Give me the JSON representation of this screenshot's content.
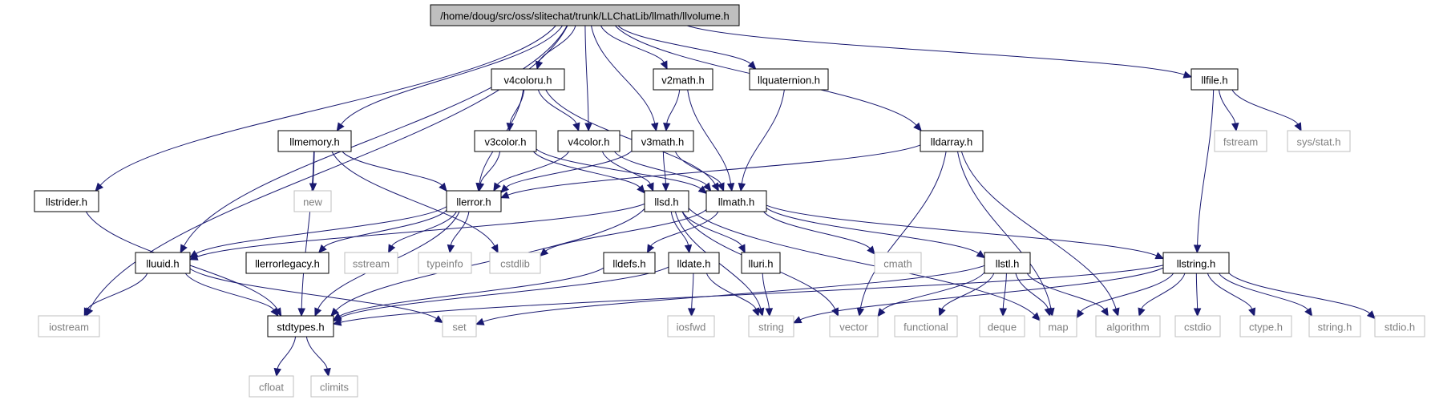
{
  "diagram": {
    "type": "include-dependency-graph",
    "colors": {
      "edge": "#191970",
      "node_border": "#000000",
      "external_border": "#bfbfbf",
      "external_text": "#7f7f7f",
      "root_fill": "#bfbfbf"
    },
    "nodes": [
      {
        "id": "root",
        "label": "/home/doug/src/oss/slitechat/trunk/LLChatLib/llmath/llvolume.h",
        "kind": "root"
      },
      {
        "id": "iostream",
        "label": "iostream",
        "kind": "external"
      },
      {
        "id": "llmemory",
        "label": "llmemory.h",
        "kind": "header"
      },
      {
        "id": "llstrider",
        "label": "llstrider.h",
        "kind": "header"
      },
      {
        "id": "v4coloru",
        "label": "v4coloru.h",
        "kind": "header"
      },
      {
        "id": "v2math",
        "label": "v2math.h",
        "kind": "header"
      },
      {
        "id": "llquaternion",
        "label": "llquaternion.h",
        "kind": "header"
      },
      {
        "id": "lldarray",
        "label": "lldarray.h",
        "kind": "header"
      },
      {
        "id": "llfile",
        "label": "llfile.h",
        "kind": "header"
      },
      {
        "id": "v3color",
        "label": "v3color.h",
        "kind": "header"
      },
      {
        "id": "v4color",
        "label": "v4color.h",
        "kind": "header"
      },
      {
        "id": "v3math",
        "label": "v3math.h",
        "kind": "header"
      },
      {
        "id": "fstream",
        "label": "fstream",
        "kind": "external"
      },
      {
        "id": "sysstat",
        "label": "sys/stat.h",
        "kind": "external"
      },
      {
        "id": "new",
        "label": "new",
        "kind": "external"
      },
      {
        "id": "llerror",
        "label": "llerror.h",
        "kind": "header"
      },
      {
        "id": "llsd",
        "label": "llsd.h",
        "kind": "header"
      },
      {
        "id": "llmath",
        "label": "llmath.h",
        "kind": "header"
      },
      {
        "id": "lluuid",
        "label": "lluuid.h",
        "kind": "header"
      },
      {
        "id": "llerrorlegacy",
        "label": "llerrorlegacy.h",
        "kind": "header"
      },
      {
        "id": "sstream",
        "label": "sstream",
        "kind": "external"
      },
      {
        "id": "typeinfo",
        "label": "typeinfo",
        "kind": "external"
      },
      {
        "id": "cstdlib",
        "label": "cstdlib",
        "kind": "external"
      },
      {
        "id": "lldefs",
        "label": "lldefs.h",
        "kind": "header"
      },
      {
        "id": "lldate",
        "label": "lldate.h",
        "kind": "header"
      },
      {
        "id": "lluri",
        "label": "lluri.h",
        "kind": "header"
      },
      {
        "id": "cmath",
        "label": "cmath",
        "kind": "external"
      },
      {
        "id": "llstl",
        "label": "llstl.h",
        "kind": "header"
      },
      {
        "id": "llstring",
        "label": "llstring.h",
        "kind": "header"
      },
      {
        "id": "stdtypes",
        "label": "stdtypes.h",
        "kind": "header"
      },
      {
        "id": "set",
        "label": "set",
        "kind": "external"
      },
      {
        "id": "iosfwd",
        "label": "iosfwd",
        "kind": "external"
      },
      {
        "id": "string",
        "label": "string",
        "kind": "external"
      },
      {
        "id": "vector",
        "label": "vector",
        "kind": "external"
      },
      {
        "id": "functional",
        "label": "functional",
        "kind": "external"
      },
      {
        "id": "deque",
        "label": "deque",
        "kind": "external"
      },
      {
        "id": "map",
        "label": "map",
        "kind": "external"
      },
      {
        "id": "algorithm",
        "label": "algorithm",
        "kind": "external"
      },
      {
        "id": "cstdio",
        "label": "cstdio",
        "kind": "external"
      },
      {
        "id": "ctype",
        "label": "ctype.h",
        "kind": "external"
      },
      {
        "id": "stringh",
        "label": "string.h",
        "kind": "external"
      },
      {
        "id": "stdio",
        "label": "stdio.h",
        "kind": "external"
      },
      {
        "id": "cfloat",
        "label": "cfloat",
        "kind": "external"
      },
      {
        "id": "climits",
        "label": "climits",
        "kind": "external"
      }
    ],
    "edges": [
      [
        "root",
        "iostream"
      ],
      [
        "root",
        "llmemory"
      ],
      [
        "root",
        "llstrider"
      ],
      [
        "root",
        "lluuid"
      ],
      [
        "root",
        "v4coloru"
      ],
      [
        "root",
        "v4color"
      ],
      [
        "root",
        "v3math"
      ],
      [
        "root",
        "v2math"
      ],
      [
        "root",
        "llquaternion"
      ],
      [
        "root",
        "lldarray"
      ],
      [
        "root",
        "llfile"
      ],
      [
        "v4coloru",
        "llerror"
      ],
      [
        "v4coloru",
        "v3color"
      ],
      [
        "v4coloru",
        "v4color"
      ],
      [
        "v4coloru",
        "llmath"
      ],
      [
        "v2math",
        "v3math"
      ],
      [
        "v2math",
        "llmath"
      ],
      [
        "llquaternion",
        "llmath"
      ],
      [
        "lldarray",
        "llerror"
      ],
      [
        "lldarray",
        "vector"
      ],
      [
        "lldarray",
        "map"
      ],
      [
        "lldarray",
        "algorithm"
      ],
      [
        "llfile",
        "fstream"
      ],
      [
        "llfile",
        "sysstat"
      ],
      [
        "llfile",
        "llstring"
      ],
      [
        "llmemory",
        "new"
      ],
      [
        "llmemory",
        "llerror"
      ],
      [
        "llmemory",
        "cstdlib"
      ],
      [
        "llmemory",
        "stdtypes"
      ],
      [
        "v3color",
        "llerror"
      ],
      [
        "v3color",
        "llsd"
      ],
      [
        "v3color",
        "llmath"
      ],
      [
        "v4color",
        "llerror"
      ],
      [
        "v4color",
        "llsd"
      ],
      [
        "v4color",
        "llmath"
      ],
      [
        "v3math",
        "llerror"
      ],
      [
        "v3math",
        "llsd"
      ],
      [
        "v3math",
        "llmath"
      ],
      [
        "llstrider",
        "stdtypes"
      ],
      [
        "llerror",
        "lluuid"
      ],
      [
        "llerror",
        "llerrorlegacy"
      ],
      [
        "llerror",
        "sstream"
      ],
      [
        "llerror",
        "typeinfo"
      ],
      [
        "llerror",
        "stdtypes"
      ],
      [
        "llsd",
        "lluuid"
      ],
      [
        "llsd",
        "lldate"
      ],
      [
        "llsd",
        "lluri"
      ],
      [
        "llsd",
        "stdtypes"
      ],
      [
        "llsd",
        "map"
      ],
      [
        "llsd",
        "string"
      ],
      [
        "llsd",
        "vector"
      ],
      [
        "llmath",
        "cstdlib"
      ],
      [
        "llmath",
        "lldefs"
      ],
      [
        "llmath",
        "cmath"
      ],
      [
        "llmath",
        "llstl"
      ],
      [
        "llmath",
        "llstring"
      ],
      [
        "lluuid",
        "iostream"
      ],
      [
        "lluuid",
        "stdtypes"
      ],
      [
        "lluuid",
        "set"
      ],
      [
        "lldefs",
        "stdtypes"
      ],
      [
        "lldate",
        "stdtypes"
      ],
      [
        "lldate",
        "iosfwd"
      ],
      [
        "lldate",
        "string"
      ],
      [
        "lluri",
        "string"
      ],
      [
        "llstl",
        "functional"
      ],
      [
        "llstl",
        "deque"
      ],
      [
        "llstl",
        "map"
      ],
      [
        "llstl",
        "algorithm"
      ],
      [
        "llstl",
        "vector"
      ],
      [
        "llstl",
        "set"
      ],
      [
        "llstring",
        "stdtypes"
      ],
      [
        "llstring",
        "string"
      ],
      [
        "llstring",
        "map"
      ],
      [
        "llstring",
        "algorithm"
      ],
      [
        "llstring",
        "cstdio"
      ],
      [
        "llstring",
        "ctype"
      ],
      [
        "llstring",
        "stringh"
      ],
      [
        "llstring",
        "stdio"
      ],
      [
        "stdtypes",
        "cfloat"
      ],
      [
        "stdtypes",
        "climits"
      ]
    ]
  }
}
